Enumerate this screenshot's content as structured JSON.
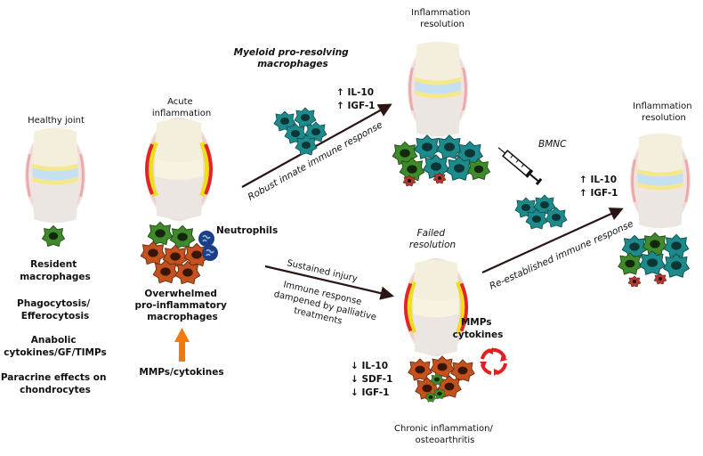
{
  "stages": {
    "healthy": {
      "title": "Healthy joint"
    },
    "acute": {
      "title_lines": [
        "Acute",
        "inflammation"
      ]
    },
    "resolution_top": {
      "title_lines": [
        "Inflammation",
        "resolution"
      ]
    },
    "resolution_right": {
      "title_lines": [
        "Inflammation",
        "resolution"
      ]
    },
    "failed": {
      "title_lines": [
        "Failed",
        "resolution"
      ]
    },
    "chronic": {
      "title_lines": [
        "Chronic inflammation/",
        "osteoarthritis"
      ]
    }
  },
  "healthy_notes": {
    "resident_lines": [
      "Resident",
      "macrophages"
    ],
    "phago_lines": [
      "Phagocytosis/",
      "Efferocytosis"
    ],
    "anabolic_lines": [
      "Anabolic",
      "cytokines/GF/TIMPs"
    ],
    "paracrine_lines": [
      "Paracrine effects on",
      "chondrocytes"
    ]
  },
  "acute_notes": {
    "neutrophils": "Neutrophils",
    "overwhelmed_lines": [
      "Overwhelmed",
      "pro-inflammatory",
      "macrophages"
    ],
    "mmps": "MMPs/cytokines"
  },
  "myeloid_lines": [
    "Myeloid pro-resolving",
    "macrophages"
  ],
  "top_markers": [
    "↑ IL-10",
    "↑ IGF-1"
  ],
  "right_markers": [
    "↑ IL-10",
    "↑ IGF-1"
  ],
  "bmnc": "BMNC",
  "arrows": {
    "robust": "Robust innate immune response",
    "sustained": "Sustained injury",
    "dampened_lines": [
      "Immune response",
      "dampened by palliative",
      "treatments"
    ],
    "reestablished": "Re-established immune response"
  },
  "failed_notes": {
    "mmps_lines": [
      "MMPs",
      "cytokines"
    ],
    "markers": [
      "↓ IL-10",
      "↓ SDF-1",
      "↓ IGF-1"
    ]
  },
  "colors": {
    "resident_green": "#3f8a2a",
    "teal_cell": "#1d8a8c",
    "pro_inflammatory": "#c4521e",
    "neutrophil_blue": "#1b3f86",
    "orange_arrow": "#f07a10",
    "red_cycle": "#e02020",
    "arrow_dark": "#2a1414"
  }
}
